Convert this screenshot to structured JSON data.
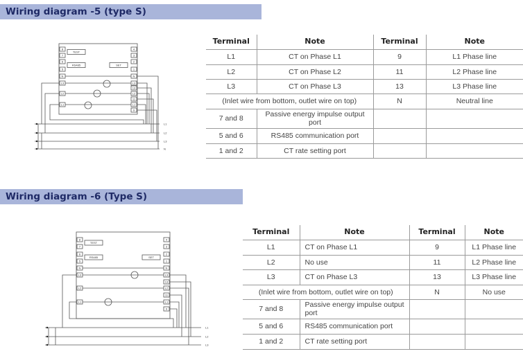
{
  "section1": {
    "title": "Wiring diagram -5 (type S)",
    "headers": [
      "Terminal",
      "Note",
      "Terminal",
      "Note"
    ],
    "rows": [
      [
        "L1",
        "CT on Phase L1",
        "9",
        "L1 Phase line"
      ],
      [
        "L2",
        "CT on Phase L2",
        "11",
        "L2 Phase line"
      ],
      [
        "L3",
        "CT on Phase L3",
        "13",
        "L3 Phase line"
      ],
      [
        "(Inlet wire from bottom, outlet wire on top)",
        "N",
        "Neutral line"
      ],
      [
        "7 and 8",
        "Passive energy impulse output port",
        "",
        ""
      ],
      [
        "5 and 6",
        "RS485 communication port",
        "",
        ""
      ],
      [
        "1 and 2",
        "CT rate setting port",
        "",
        ""
      ]
    ],
    "diagram": {
      "left_terminals": [
        "8",
        "7",
        "6",
        "5",
        "N",
        "L3",
        "L2",
        "L1"
      ],
      "right_terminals": [
        "4",
        "3",
        "2",
        "1",
        "N",
        "L3",
        "13",
        "L2",
        "11",
        "L1",
        "9"
      ],
      "modules": [
        "TEST",
        "RS485",
        "SET"
      ],
      "lines": [
        "L1",
        "L2",
        "L3",
        "N"
      ]
    }
  },
  "section2": {
    "title": "Wiring diagram -6 (Type S)",
    "headers": [
      "Terminal",
      "Note",
      "Terminal",
      "Note"
    ],
    "rows": [
      [
        "L1",
        "CT on Phase L1",
        "9",
        "L1 Phase line"
      ],
      [
        "L2",
        "No use",
        "11",
        "L2 Phase line"
      ],
      [
        "L3",
        "CT on Phase L3",
        "13",
        "L3 Phase line"
      ],
      [
        "(Inlet wire from bottom, outlet wire on top)",
        "N",
        "No use"
      ],
      [
        "7 and 8",
        "Passive energy impulse output port",
        "",
        ""
      ],
      [
        "5 and 6",
        "RS485 communication port",
        "",
        ""
      ],
      [
        "1 and 2",
        "CT rate setting port",
        "",
        ""
      ]
    ],
    "diagram": {
      "left_terminals": [
        "8",
        "7",
        "6",
        "5",
        "N",
        "L3",
        "L2",
        "L1"
      ],
      "right_terminals": [
        "4",
        "3",
        "2",
        "1",
        "N",
        "L3",
        "13",
        "L2",
        "11",
        "L1",
        "9"
      ],
      "modules": [
        "TEST",
        "RS485",
        "SET"
      ],
      "lines": [
        "L1",
        "L2",
        "L3"
      ]
    }
  },
  "colors": {
    "header_bg": "#a9b5da",
    "header_text": "#1f2a66"
  }
}
